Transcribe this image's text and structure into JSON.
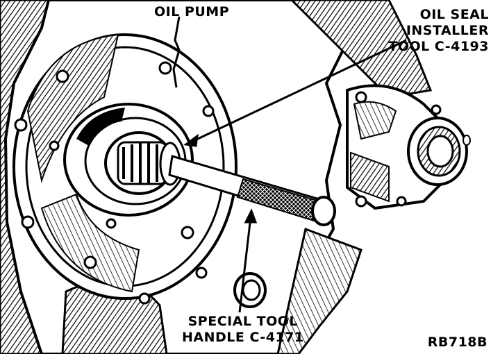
{
  "labels": {
    "oil_pump": "OIL PUMP",
    "installer_line1": "OIL SEAL",
    "installer_line2": "INSTALLER",
    "installer_line3": "TOOL C-4193",
    "handle_line1": "SPECIAL TOOL",
    "handle_line2": "HANDLE C-4171",
    "figure_ref": "RB718B"
  },
  "colors": {
    "ink": "#000000",
    "paper": "#ffffff",
    "shade": "#3a3a3a"
  }
}
